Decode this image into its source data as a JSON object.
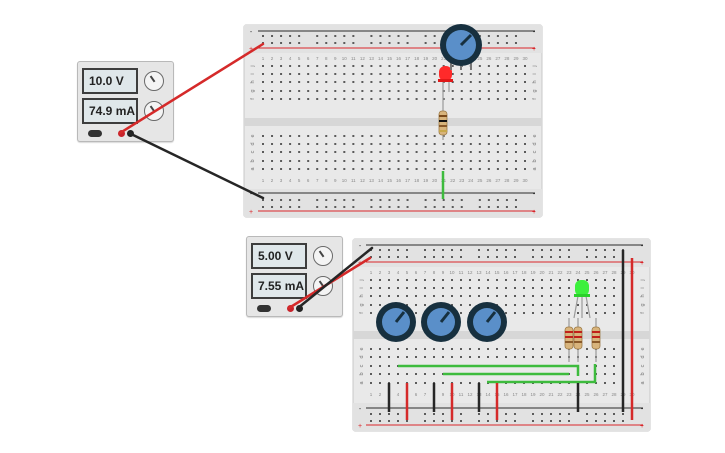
{
  "power_supplies": [
    {
      "voltage": "10.0 V",
      "current": "74.9 mA"
    },
    {
      "voltage": "5.00 V",
      "current": "7.55 mA"
    }
  ],
  "breadboard_top": {
    "row_letters": [
      "j",
      "i",
      "h",
      "g",
      "f",
      "e",
      "d",
      "c",
      "b",
      "a"
    ],
    "columns": [
      "1",
      "2",
      "3",
      "4",
      "5",
      "6",
      "7",
      "8",
      "9",
      "10",
      "11",
      "12",
      "13",
      "14",
      "15",
      "16",
      "17",
      "18",
      "19",
      "20",
      "21",
      "22",
      "23",
      "24",
      "25",
      "26",
      "27",
      "28",
      "29",
      "30"
    ],
    "rail_labels": [
      "-",
      "+"
    ]
  },
  "breadboard_bottom": {
    "row_letters": [
      "j",
      "i",
      "h",
      "g",
      "f",
      "e",
      "d",
      "c",
      "b",
      "a"
    ],
    "columns": [
      "1",
      "2",
      "3",
      "4",
      "5",
      "6",
      "7",
      "8",
      "9",
      "10",
      "11",
      "12",
      "13",
      "14",
      "15",
      "16",
      "17",
      "18",
      "19",
      "20",
      "21",
      "22",
      "23",
      "24",
      "25",
      "26",
      "27",
      "28",
      "29",
      "30"
    ],
    "rail_labels": [
      "-",
      "+"
    ]
  },
  "colors": {
    "board": "#e9e9e9",
    "hole": "#5b5b5b",
    "rail_red": "#d9262b",
    "rail_black": "#2b2b2b",
    "wire_red": "#d52a2a",
    "wire_black": "#262626",
    "wire_green": "#3dbb3d",
    "pot_blue": "#5a8fc9",
    "led_red": "#ff2a2a",
    "led_green": "#3cf03c"
  },
  "icons": [
    "potentiometer-icon",
    "led-icon",
    "resistor-icon",
    "knob-icon",
    "power-switch-icon"
  ]
}
